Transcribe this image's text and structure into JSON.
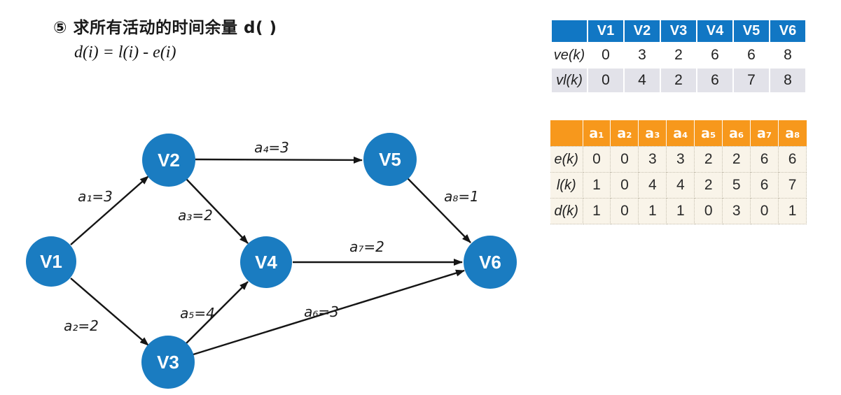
{
  "page": {
    "title": "⑤ 求所有活动的时间余量 d( )",
    "formula": "d(i) = l(i) - e(i)"
  },
  "colors": {
    "node_blue": "#1a7cc1",
    "table1_header_blue": "#1177c4",
    "table1_alt_row_gray": "#e2e2e9",
    "table2_header_orange": "#f7981c",
    "table2_body_cream": "#f9f4e9",
    "arrow_black": "#151515"
  },
  "graph": {
    "nodes": [
      {
        "id": "V1",
        "label": "V1"
      },
      {
        "id": "V2",
        "label": "V2"
      },
      {
        "id": "V3",
        "label": "V3"
      },
      {
        "id": "V4",
        "label": "V4"
      },
      {
        "id": "V5",
        "label": "V5"
      },
      {
        "id": "V6",
        "label": "V6"
      }
    ],
    "edges": [
      {
        "from": "V1",
        "to": "V2",
        "label": "a₁=3"
      },
      {
        "from": "V1",
        "to": "V3",
        "label": "a₂=2"
      },
      {
        "from": "V2",
        "to": "V4",
        "label": "a₃=2"
      },
      {
        "from": "V2",
        "to": "V5",
        "label": "a₄=3"
      },
      {
        "from": "V3",
        "to": "V4",
        "label": "a₅=4"
      },
      {
        "from": "V3",
        "to": "V6",
        "label": "a₆=3"
      },
      {
        "from": "V4",
        "to": "V6",
        "label": "a₇=2"
      },
      {
        "from": "V5",
        "to": "V6",
        "label": "a₈=1"
      }
    ]
  },
  "table_ve_vl": {
    "corner": "",
    "columns": [
      "V1",
      "V2",
      "V3",
      "V4",
      "V5",
      "V6"
    ],
    "rows": [
      {
        "label": "ve(k)",
        "values": [
          0,
          3,
          2,
          6,
          6,
          8
        ]
      },
      {
        "label": "vl(k)",
        "values": [
          0,
          4,
          2,
          6,
          7,
          8
        ]
      }
    ]
  },
  "table_activities": {
    "corner": "",
    "columns": [
      "a₁",
      "a₂",
      "a₃",
      "a₄",
      "a₅",
      "a₆",
      "a₇",
      "a₈"
    ],
    "rows": [
      {
        "label": "e(k)",
        "values": [
          0,
          0,
          3,
          3,
          2,
          2,
          6,
          6
        ]
      },
      {
        "label": "l(k)",
        "values": [
          1,
          0,
          4,
          4,
          2,
          5,
          6,
          7
        ]
      },
      {
        "label": "d(k)",
        "values": [
          1,
          0,
          1,
          1,
          0,
          3,
          0,
          1
        ]
      }
    ]
  }
}
